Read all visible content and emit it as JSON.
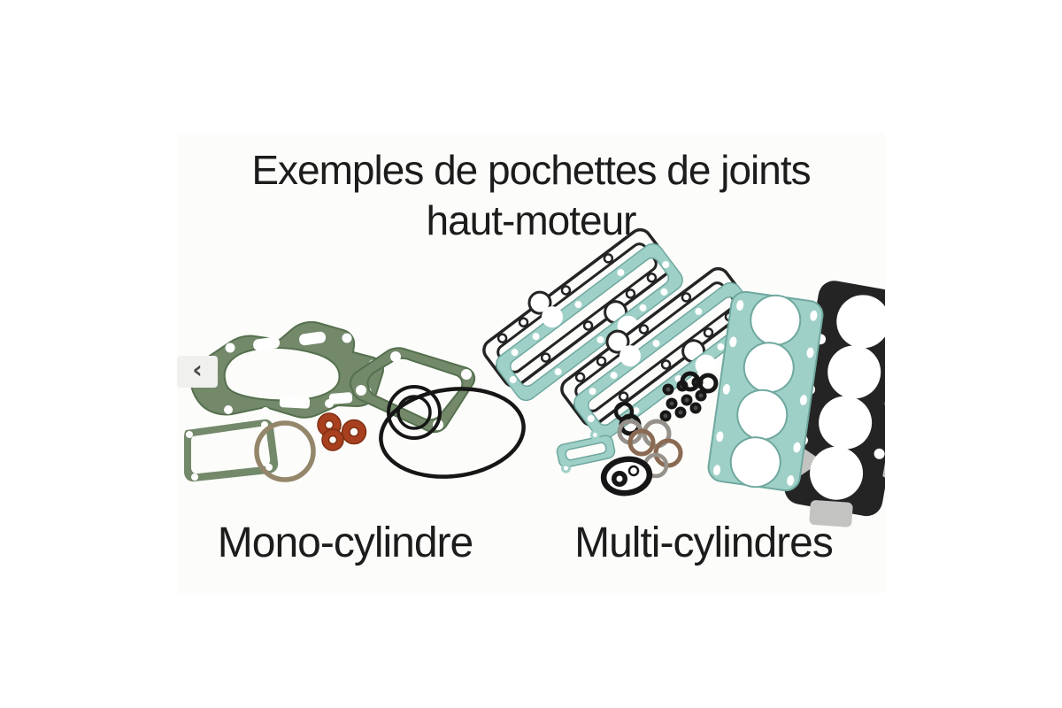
{
  "page": {
    "background": "#ffffff"
  },
  "photo": {
    "title": {
      "line1": "Exemples de pochettes de joints",
      "line2": "haut-moteur"
    },
    "labels": {
      "mono": "Mono-cylindre",
      "multi": "Multi-cylindres"
    }
  },
  "carousel": {
    "prev_icon": "‹"
  },
  "colors": {
    "page_bg": "#ffffff",
    "photo_bg": "#fcfcfa",
    "text": "#1c1c1c",
    "button_bg": "#f0f0ef",
    "chevron": "#4a4a4a",
    "gasket_green": "#73896a",
    "gasket_green_dark": "#55704e",
    "gasket_teal": "#9fd0c7",
    "gasket_teal_dark": "#6fa89f",
    "gasket_black": "#242424",
    "head_gray": "#c3c3c1",
    "washer_red": "#a8401f",
    "washer_dark": "#7e2f12",
    "ring_tan": "#94866a",
    "ring_copper": "#8a6a52",
    "ring_steel": "#96918a",
    "oring_black": "#161616"
  }
}
